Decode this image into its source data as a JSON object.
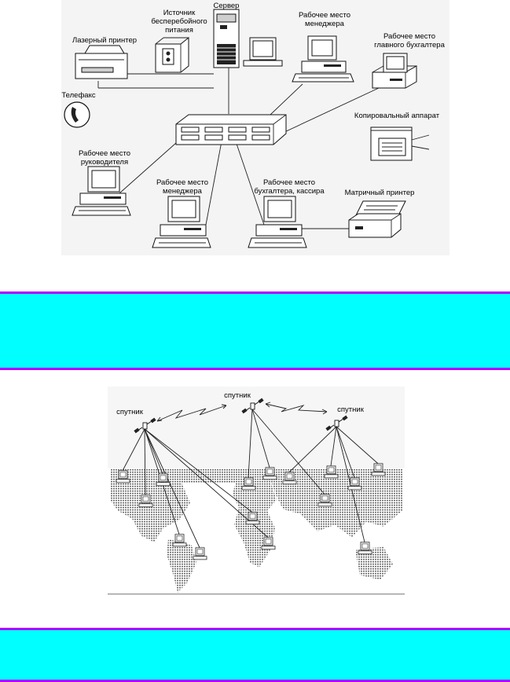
{
  "lan": {
    "server": "Сервер",
    "ups": [
      "Источник",
      "бесперебойного",
      "питания"
    ],
    "laser_printer": "Лазерный принтер",
    "fax": "Телефакс",
    "manager_ws_top": [
      "Рабочее место",
      "менеджера"
    ],
    "chief_accountant_ws": [
      "Рабочее место",
      "главного бухгалтера"
    ],
    "copier": "Копировальный аппарат",
    "director_ws": [
      "Рабочее место",
      "руководителя"
    ],
    "manager_ws_bottom": [
      "Рабочее место",
      "менеджера"
    ],
    "accountant_cashier_ws": [
      "Рабочее место",
      "бухгалтера, кассира"
    ],
    "matrix_printer": "Матричный принтер"
  },
  "wan": {
    "satellite_left": "спутник",
    "satellite_center": "спутник",
    "satellite_right": "спутник"
  },
  "colors": {
    "band_fill": "#00ffff",
    "band_border": "#b000ff"
  }
}
